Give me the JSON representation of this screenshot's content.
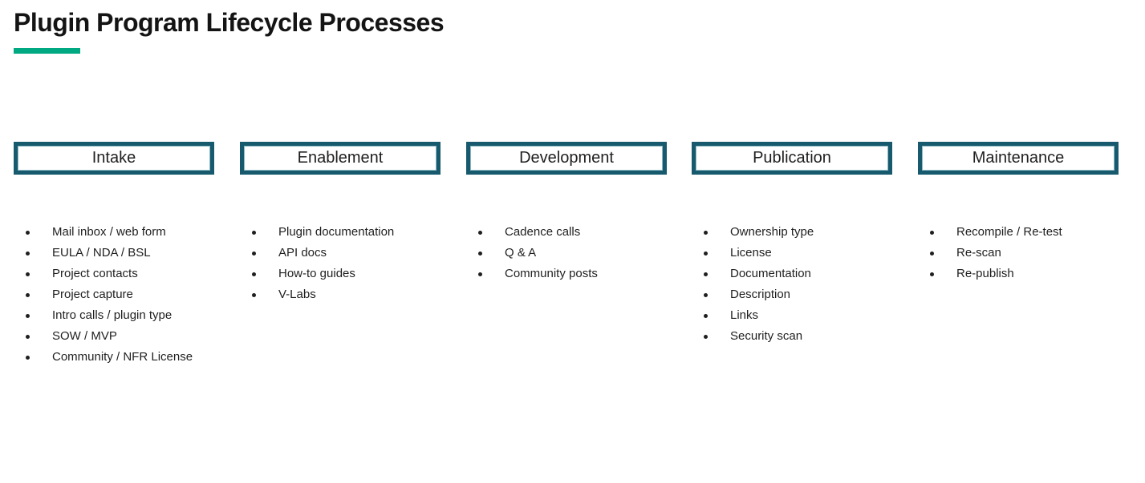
{
  "page": {
    "title": "Plugin Program Lifecycle Processes"
  },
  "colors": {
    "underline_green": "#01A982",
    "box_border_teal": "#175A6D",
    "title_color": "#141414",
    "text_color": "#1F1F1F"
  },
  "columns": [
    {
      "title": "Intake",
      "items": [
        "Mail inbox / web form",
        "EULA / NDA / BSL",
        "Project contacts",
        "Project capture",
        "Intro calls / plugin type",
        "SOW / MVP",
        "Community / NFR License"
      ]
    },
    {
      "title": "Enablement",
      "items": [
        "Plugin documentation",
        "API docs",
        "How-to guides",
        "V-Labs"
      ]
    },
    {
      "title": "Development",
      "items": [
        "Cadence calls",
        "Q & A",
        "Community posts"
      ]
    },
    {
      "title": "Publication",
      "items": [
        "Ownership type",
        "License",
        "Documentation",
        "Description",
        "Links",
        "Security scan"
      ]
    },
    {
      "title": "Maintenance",
      "items": [
        "Recompile / Re-test",
        "Re-scan",
        "Re-publish"
      ]
    }
  ]
}
